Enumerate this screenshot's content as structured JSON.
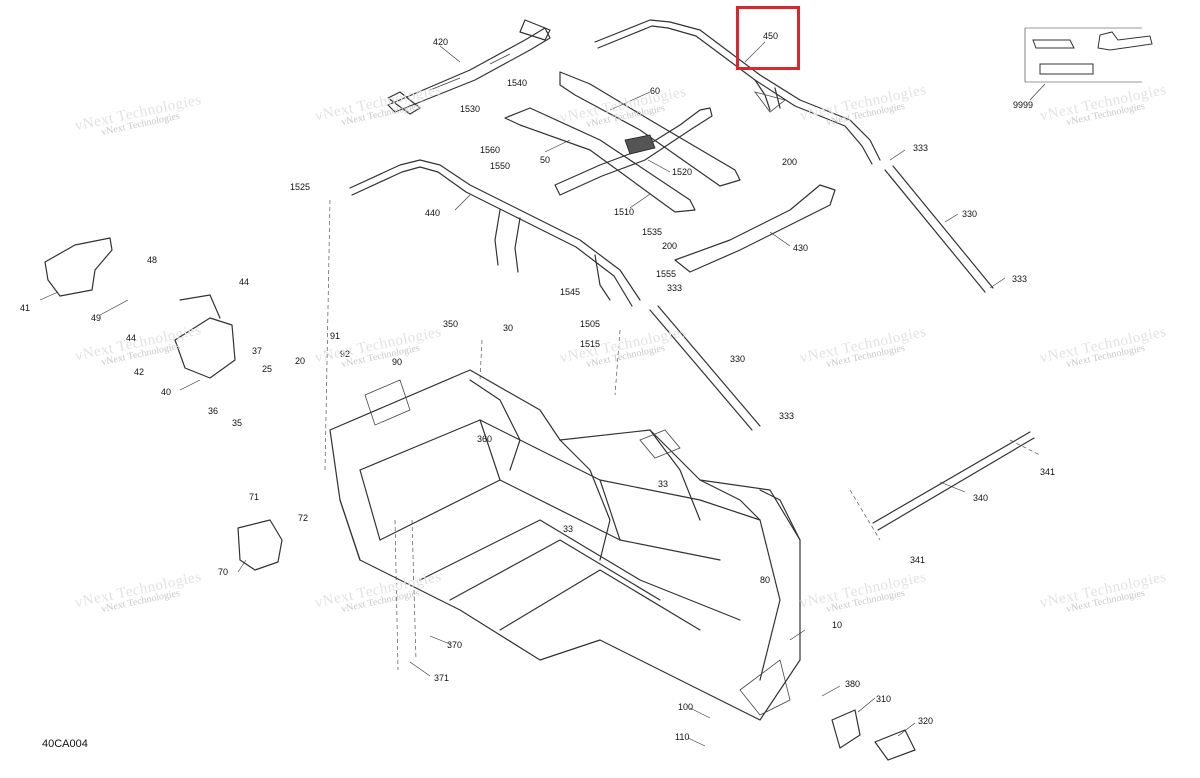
{
  "diagram": {
    "code": "40CA004",
    "highlight_part": "450",
    "watermark": {
      "line1": "vNext Technologies",
      "line2": "vNext Technologies"
    },
    "labels": [
      "420",
      "450",
      "1540",
      "60",
      "1530",
      "1560",
      "1550",
      "50",
      "1520",
      "1510",
      "200",
      "333",
      "330",
      "9999",
      "1525",
      "440",
      "1535",
      "200",
      "430",
      "1555",
      "1545",
      "333",
      "48",
      "44",
      "41",
      "49",
      "44",
      "37",
      "42",
      "40",
      "36",
      "35",
      "25",
      "20",
      "91",
      "92",
      "90",
      "350",
      "30",
      "1505",
      "1515",
      "330",
      "333",
      "360",
      "33",
      "33",
      "341",
      "340",
      "341",
      "71",
      "72",
      "70",
      "80",
      "10",
      "370",
      "371",
      "380",
      "310",
      "320",
      "100",
      "110",
      "333"
    ]
  }
}
